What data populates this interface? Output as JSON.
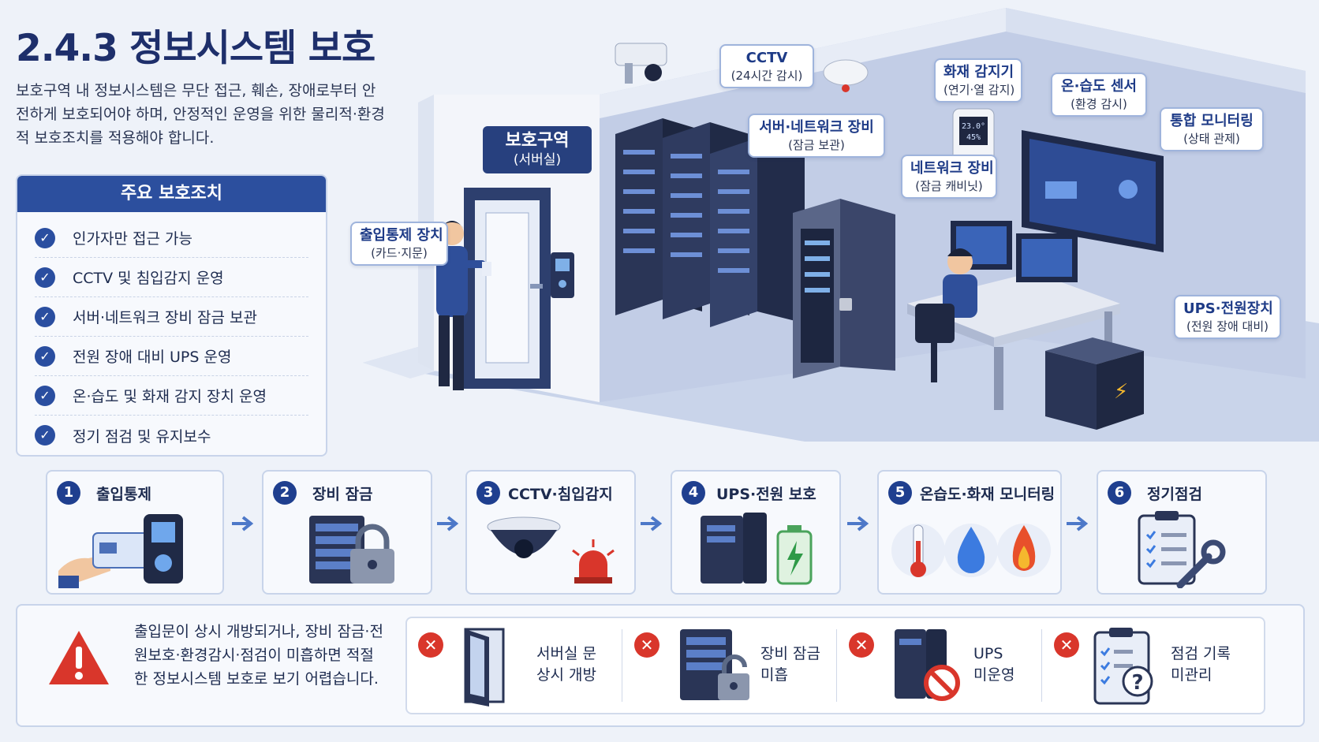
{
  "header": {
    "title": "2.4.3 정보시스템 보호",
    "intro": "보호구역 내 정보시스템은 무단 접근, 훼손, 장애로부터 안전하게 보호되어야 하며, 안정적인 운영을 위한 물리적·환경적 보호조치를 적용해야 합니다."
  },
  "measures": {
    "heading": "주요 보호조치",
    "items": [
      "인가자만 접근 가능",
      "CCTV 및 침입감지 운영",
      "서버·네트워크 장비 잠금 보관",
      "전원 장애 대비 UPS 운영",
      "온·습도 및 화재 감지 장치 운영",
      "정기 점검 및 유지보수"
    ]
  },
  "scene": {
    "zone_sign": {
      "title": "보호구역",
      "sub": "(서버실)"
    },
    "callouts": {
      "cctv": {
        "title": "CCTV",
        "sub": "(24시간 감시)"
      },
      "fire": {
        "title": "화재 감지기",
        "sub": "(연기·열 감지)"
      },
      "temp": {
        "title": "온·습도 센서",
        "sub": "(환경 감시)"
      },
      "monitor": {
        "title": "통합 모니터링",
        "sub": "(상태 관제)"
      },
      "server": {
        "title": "서버·네트워크 장비",
        "sub": "(잠금 보관)"
      },
      "network": {
        "title": "네트워크 장비",
        "sub": "(잠금 캐비닛)"
      },
      "access": {
        "title": "출입통제 장치",
        "sub": "(카드·지문)"
      },
      "ups": {
        "title": "UPS·전원장치",
        "sub": "(전원 장애 대비)"
      }
    },
    "sensor_display": {
      "temp": "23.0°",
      "humidity": "45%"
    }
  },
  "steps": [
    {
      "num": "1",
      "label": "출입통제"
    },
    {
      "num": "2",
      "label": "장비 잠금"
    },
    {
      "num": "3",
      "label": "CCTV·침입감지"
    },
    {
      "num": "4",
      "label": "UPS·전원 보호"
    },
    {
      "num": "5",
      "label": "온습도·화재 모니터링"
    },
    {
      "num": "6",
      "label": "정기점검"
    }
  ],
  "warning": {
    "text": "출입문이 상시 개방되거나, 장비 잠금·전원보호·환경감시·점검이 미흡하면 적절한 정보시스템 보호로 보기 어렵습니다.",
    "bad_items": [
      {
        "line1": "서버실 문",
        "line2": "상시 개방"
      },
      {
        "line1": "장비 잠금",
        "line2": "미흡"
      },
      {
        "line1": "UPS",
        "line2": "미운영"
      },
      {
        "line1": "점검 기록",
        "line2": "미관리"
      }
    ]
  },
  "colors": {
    "primary": "#1e2f6b",
    "accent": "#2c4f9e",
    "danger": "#d9362b",
    "panel": "#f7f9fd"
  }
}
